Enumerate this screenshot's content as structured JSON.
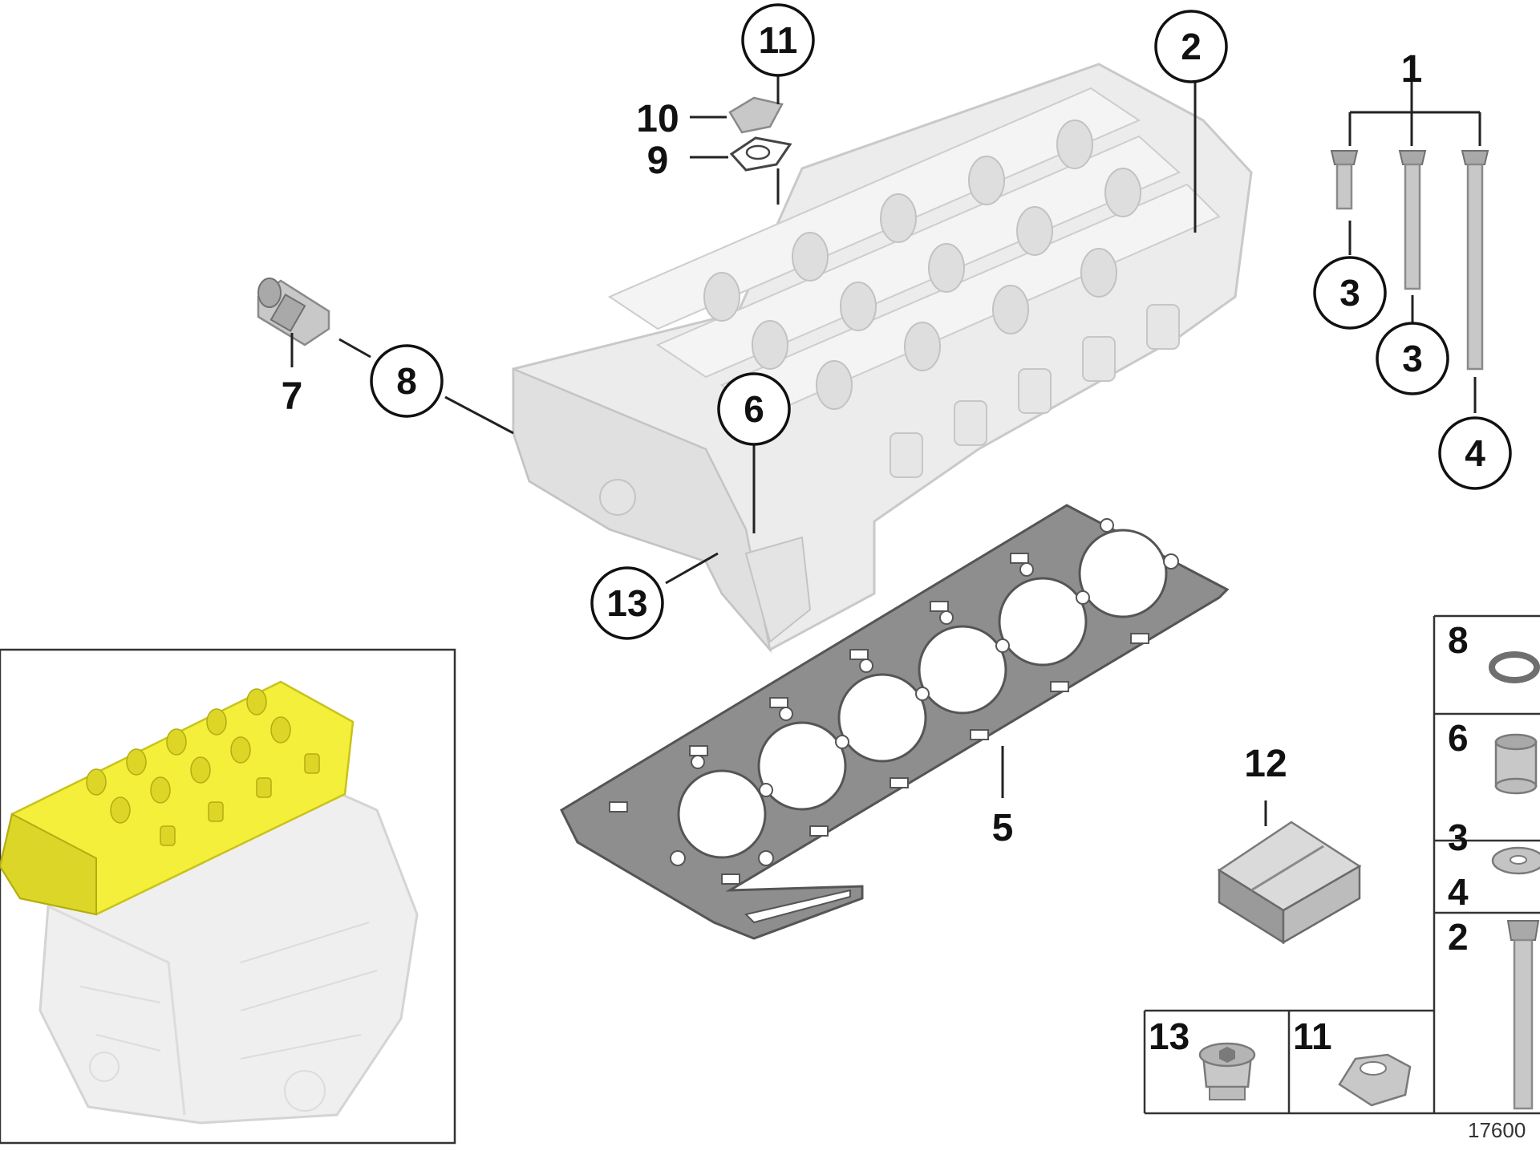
{
  "callouts": {
    "c1": "1",
    "c2": "2",
    "c3a": "3",
    "c3b": "3",
    "c4": "4",
    "c5": "5",
    "c6": "6",
    "c7": "7",
    "c8": "8",
    "c9": "9",
    "c10": "10",
    "c11": "11",
    "c12": "12",
    "c13": "13"
  },
  "inset_parts": {
    "p8": "8",
    "p6": "6",
    "p3": "3",
    "p4": "4",
    "p2": "2",
    "p13": "13",
    "p11": "11"
  },
  "document_number": "17600",
  "colors": {
    "highlight": "#f3ef3b",
    "ghost_part": "#ececec",
    "gasket": "#8e8e8e",
    "line": "#222222"
  },
  "icons": [
    "cylinder-head-icon",
    "head-gasket-icon",
    "bolt-icon",
    "plug-icon",
    "sleeve-icon",
    "washer-icon",
    "nut-icon",
    "seal-ring-icon",
    "cover-plate-icon",
    "paste-box-icon",
    "engine-block-icon"
  ]
}
